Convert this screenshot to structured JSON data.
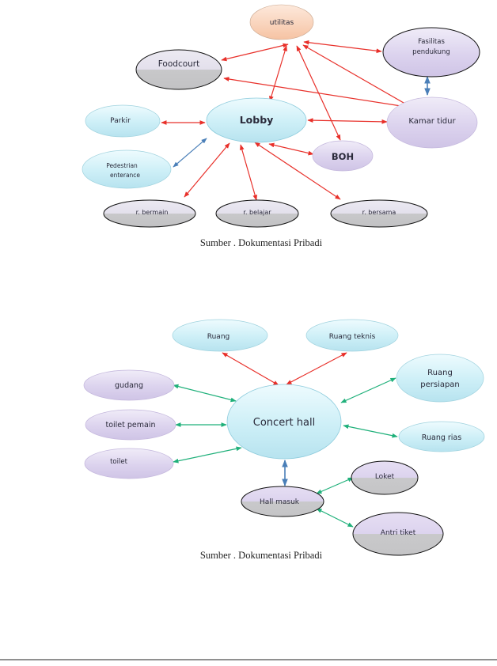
{
  "diagram1": {
    "nodes": {
      "utilitas": "utilitas",
      "foodcourt": "Foodcourt",
      "fasilitas": [
        "Fasilitas",
        "pendukung"
      ],
      "parkir": "Parkir",
      "lobby": "Lobby",
      "kamar": "Kamar tidur",
      "boh": "BOH",
      "pedestrian": [
        "Pedestrian",
        "enterance"
      ],
      "bermain": "r. bermain",
      "belajar": "r. belajar",
      "bersama": "r. bersama"
    },
    "caption": "Sumber . Dokumentasi Pribadi"
  },
  "diagram2": {
    "nodes": {
      "ruang": "Ruang",
      "ruang_teknis": "Ruang teknis",
      "gudang": "gudang",
      "ruang_persiapan": [
        "Ruang",
        "persiapan"
      ],
      "toilet_pemain": "toilet pemain",
      "concert_hall": "Concert hall",
      "ruang_rias": "Ruang rias",
      "toilet": "toilet",
      "loket": "Loket",
      "hall_masuk": "Hall masuk",
      "antri_tiket": "Antri tiket"
    },
    "caption": "Sumber . Dokumentasi Pribadi"
  },
  "colors": {
    "red_arrow": "#e8302a",
    "blue_arrow": "#4a7fb8",
    "green_arrow": "#1fb07a",
    "node_cyan": "#cdeff7",
    "node_purple": "#dcd3ee",
    "node_orange": "#f8cdb0",
    "node_gray": "#c9c9cb"
  }
}
